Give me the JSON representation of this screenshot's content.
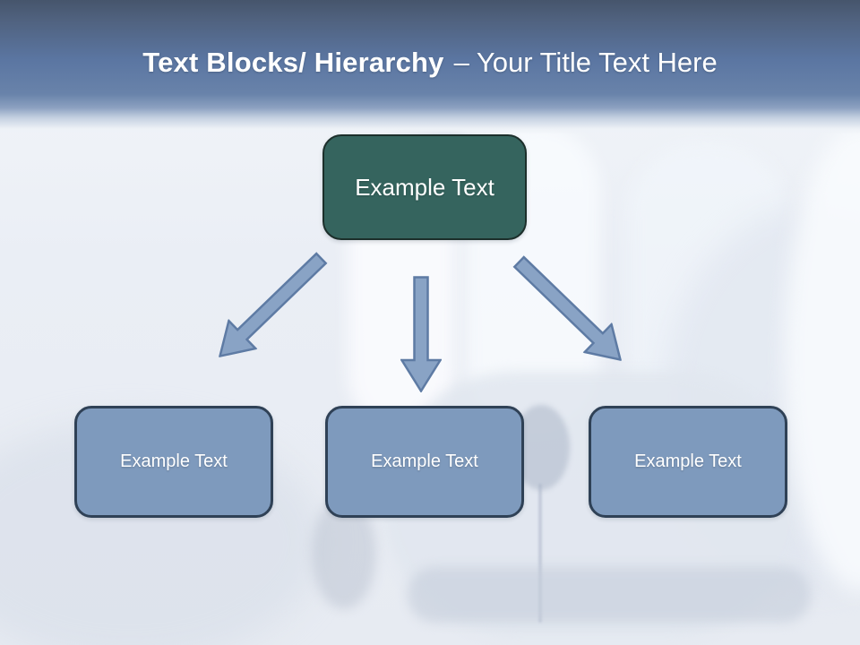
{
  "slide": {
    "title": {
      "bold": "Text Blocks/ Hierarchy",
      "regular": "– Your Title Text Here"
    },
    "diagram": {
      "root": {
        "label": "Example Text"
      },
      "children": [
        {
          "label": "Example Text"
        },
        {
          "label": "Example Text"
        },
        {
          "label": "Example Text"
        }
      ]
    },
    "icons": {
      "left": "arrow-down-left-icon",
      "middle": "arrow-down-icon",
      "right": "arrow-down-right-icon"
    }
  },
  "colors": {
    "header-top": "#46556c",
    "header-blue": "#5b76a2",
    "root-box-fill": "#35645e",
    "root-box-border": "#1c2f2b",
    "child-box-fill": "#7e9abd",
    "child-box-border": "#2f4156",
    "arrow-fill": "#89a3c5",
    "arrow-stroke": "#5e7ba4",
    "text-white": "#ffffff"
  }
}
